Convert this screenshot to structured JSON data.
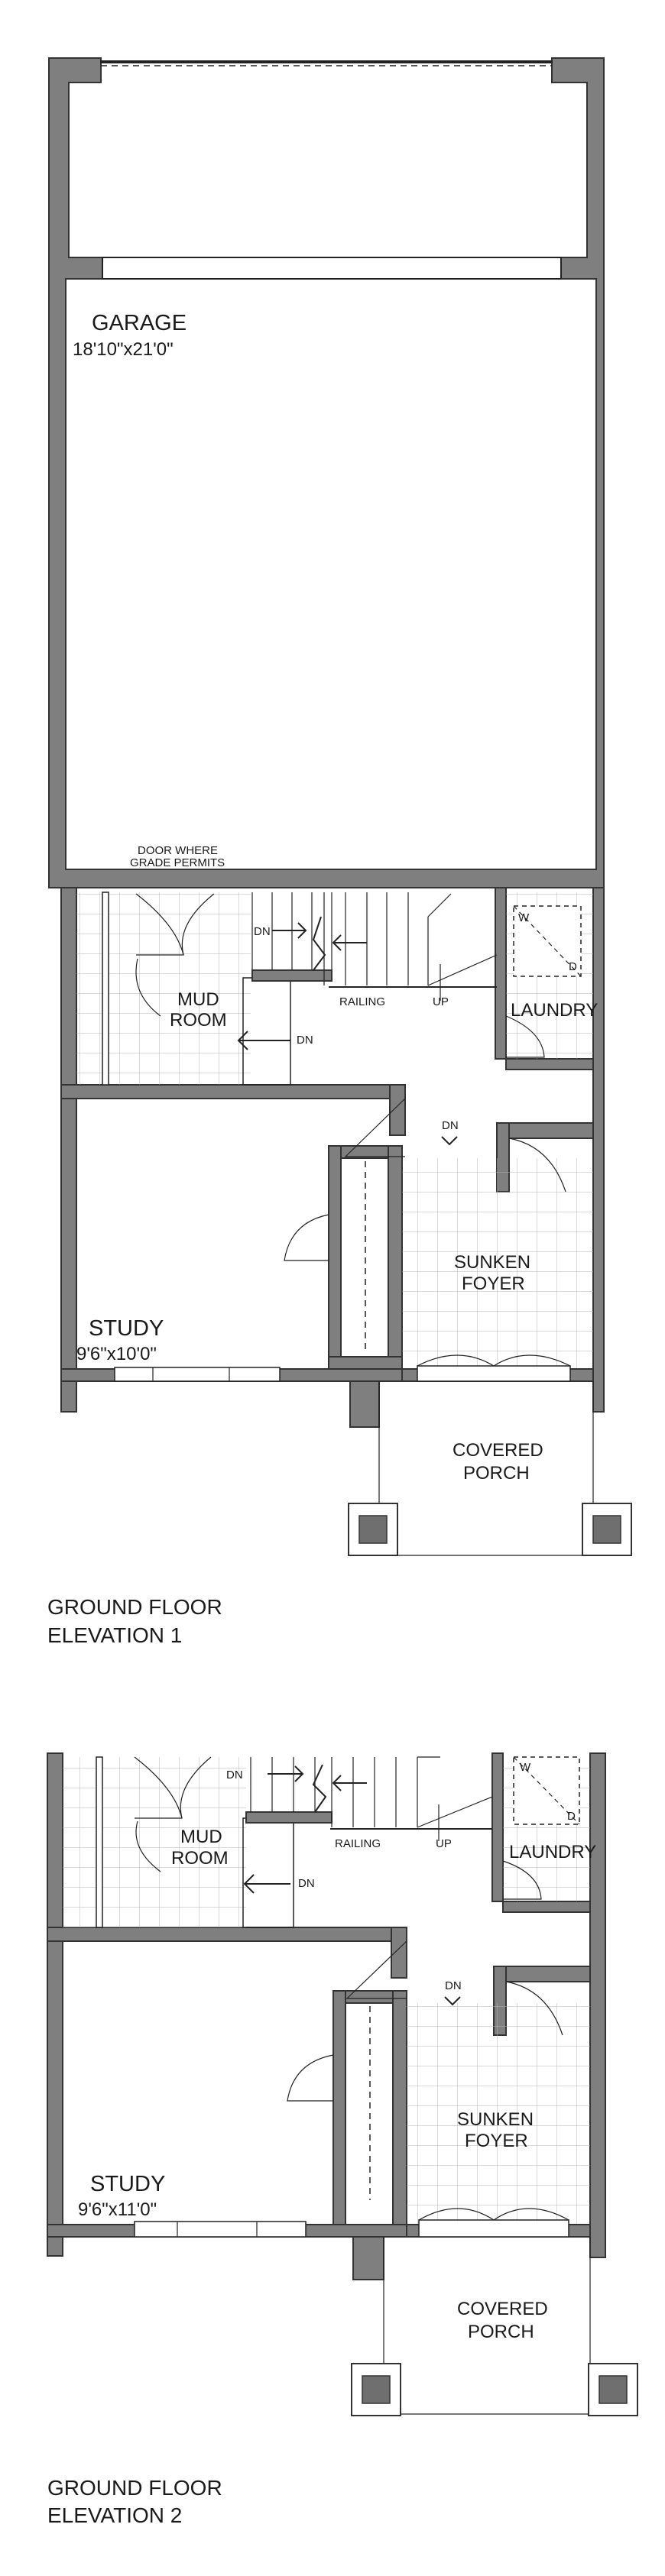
{
  "elevation_1": {
    "caption_line1": "GROUND FLOOR",
    "caption_line2": "ELEVATION 1",
    "garage_name": "GARAGE",
    "garage_dims": "18'10\"x21'0\"",
    "door_note_1": "DOOR WHERE",
    "door_note_2": "GRADE PERMITS",
    "mud_room_1": "MUD",
    "mud_room_2": "ROOM",
    "laundry": "LAUNDRY",
    "washer": "W",
    "dryer": "D",
    "railing": "RAILING",
    "up": "UP",
    "dn_stair": "DN",
    "dn_mud": "DN",
    "dn_foyer": "DN",
    "study_name": "STUDY",
    "study_dims": "9'6\"x10'0\"",
    "foyer_1": "SUNKEN",
    "foyer_2": "FOYER",
    "porch_1": "COVERED",
    "porch_2": "PORCH"
  },
  "elevation_2": {
    "caption_line1": "GROUND FLOOR",
    "caption_line2": "ELEVATION 2",
    "mud_room_1": "MUD",
    "mud_room_2": "ROOM",
    "laundry": "LAUNDRY",
    "washer": "W",
    "dryer": "D",
    "railing": "RAILING",
    "up": "UP",
    "dn_stair": "DN",
    "dn_mud": "DN",
    "dn_foyer": "DN",
    "study_name": "STUDY",
    "study_dims": "9'6\"x11'0\"",
    "foyer_1": "SUNKEN",
    "foyer_2": "FOYER",
    "porch_1": "COVERED",
    "porch_2": "PORCH"
  }
}
